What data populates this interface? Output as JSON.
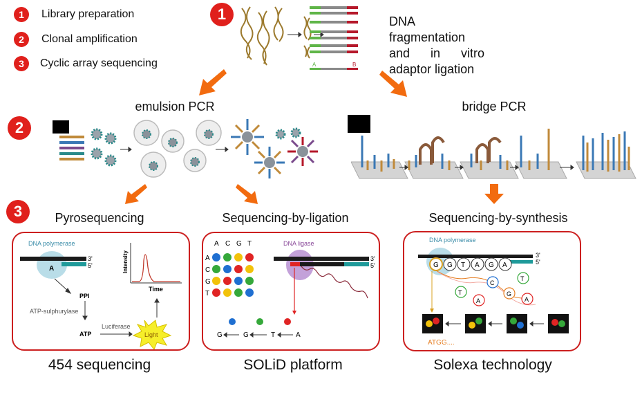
{
  "legend": [
    {
      "num": "1",
      "label": "Library preparation"
    },
    {
      "num": "2",
      "label": "Clonal amplification"
    },
    {
      "num": "3",
      "label": "Cyclic array sequencing"
    }
  ],
  "step_badges": [
    "1",
    "2",
    "3"
  ],
  "fragmentation": {
    "lines": [
      "DNA",
      "fragmentation",
      "and      in      vitro",
      "adaptor ligation"
    ],
    "adaptor_a": "A",
    "adaptor_b": "B"
  },
  "amplification": {
    "emulsion_title": "emulsion PCR",
    "bridge_title": "bridge PCR"
  },
  "methods": {
    "pyro_title": "Pyrosequencing",
    "ligation_title": "Sequencing-by-ligation",
    "synthesis_title": "Sequencing-by-synthesis"
  },
  "pyro_panel": {
    "enzyme": "DNA polymerase",
    "base": "A",
    "end3": "3'",
    "end5": "5'",
    "ppi": "PPI",
    "sulph": "ATP-sulphurylase",
    "atp": "ATP",
    "luciferase": "Luciferase",
    "light": "Light",
    "ylabel": "Intensity",
    "xlabel": "Time"
  },
  "solid_panel": {
    "enzyme": "DNA ligase",
    "end3": "3'",
    "end5": "5'",
    "cols": [
      "A",
      "C",
      "G",
      "T"
    ],
    "rows": [
      "A",
      "C",
      "G",
      "T"
    ],
    "matrix_colors": [
      [
        "#1f6fd1",
        "#35a83a",
        "#f2c20a",
        "#e02424"
      ],
      [
        "#35a83a",
        "#1f6fd1",
        "#e02424",
        "#f2c20a"
      ],
      [
        "#f2c20a",
        "#e02424",
        "#1f6fd1",
        "#35a83a"
      ],
      [
        "#e02424",
        "#f2c20a",
        "#35a83a",
        "#1f6fd1"
      ]
    ],
    "seq": [
      "G",
      "G",
      "T",
      "A"
    ]
  },
  "solexa_panel": {
    "enzyme": "DNA polymerase",
    "end3": "3'",
    "end5": "5'",
    "strand": [
      "G",
      "G",
      "T",
      "A",
      "G",
      "A"
    ],
    "free_bases": [
      "T",
      "C",
      "T",
      "A",
      "G",
      "A"
    ],
    "readout": "ATGG...."
  },
  "captions": [
    "454 sequencing",
    "SOLiD platform",
    "Solexa technology"
  ],
  "colors": {
    "accent_red": "#e0201c",
    "arrow_orange": "#f26b0f",
    "panel_border": "#cc1f1f"
  }
}
